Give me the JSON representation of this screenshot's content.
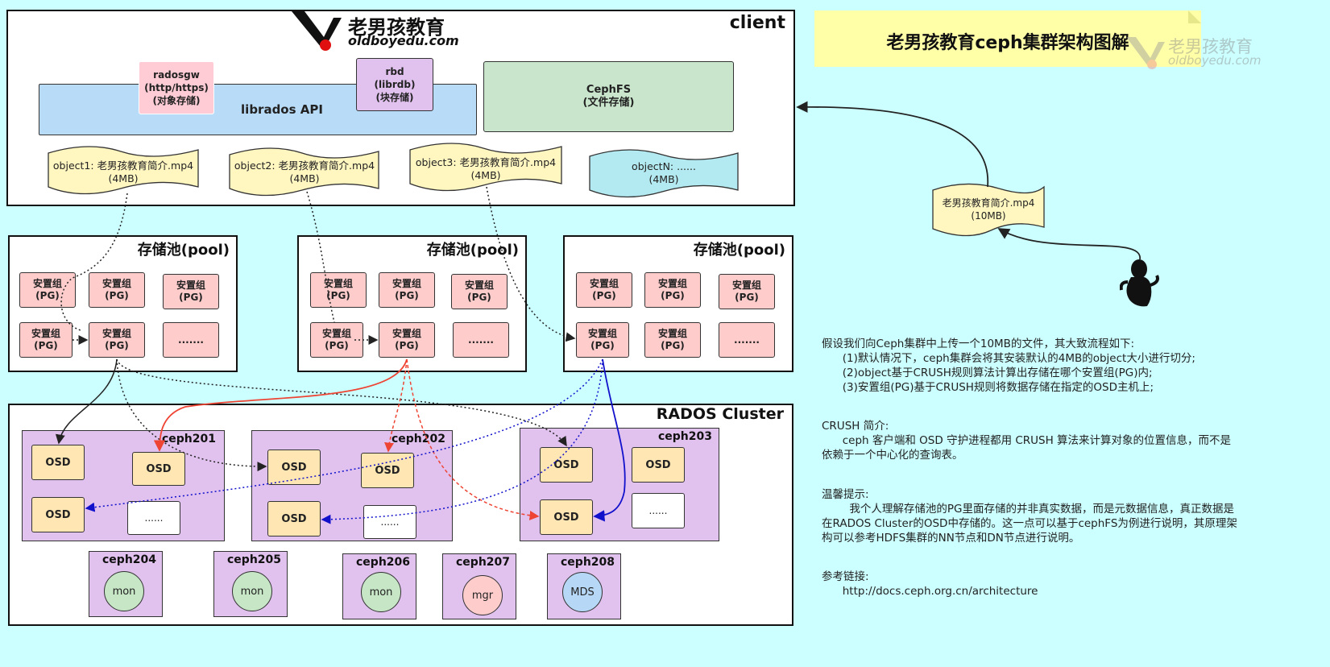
{
  "title_banner": "老男孩教育ceph集群架构图解",
  "logo": {
    "cn": "老男孩教育",
    "en": "oldboyedu.com"
  },
  "watermark": {
    "cn": "老男孩教育",
    "en": "oldboyedu.com"
  },
  "client": {
    "title": "client",
    "radosgw": "radosgw\n(http/https)\n(对象存储)",
    "librados": "librados  API",
    "rbd": "rbd\n(librdb)\n(块存储)",
    "cephfs": "CephFS\n(文件存储)",
    "objects": [
      {
        "label": "object1: 老男孩教育简介.mp4\n(4MB)"
      },
      {
        "label": "object2: 老男孩教育简介.mp4\n(4MB)"
      },
      {
        "label": "object3: 老男孩教育简介.mp4\n(4MB)"
      },
      {
        "label": "objectN: ......\n(4MB)"
      }
    ]
  },
  "upload_file": "老男孩教育简介.mp4\n(10MB)",
  "pools": [
    {
      "title": "存储池(pool)",
      "pgs": [
        "安置组\n(PG)",
        "安置组\n(PG)",
        "安置组\n(PG)",
        "安置组\n(PG)",
        "安置组\n(PG)",
        "......."
      ]
    },
    {
      "title": "存储池(pool)",
      "pgs": [
        "安置组\n(PG)",
        "安置组\n(PG)",
        "安置组\n(PG)",
        "安置组\n(PG)",
        "安置组\n(PG)",
        "......."
      ]
    },
    {
      "title": "存储池(pool)",
      "pgs": [
        "安置组\n(PG)",
        "安置组\n(PG)",
        "安置组\n(PG)",
        "安置组\n(PG)",
        "安置组\n(PG)",
        "......."
      ]
    }
  ],
  "rados": {
    "title": "RADOS Cluster",
    "osd_label": "OSD",
    "dots": "......",
    "osd_nodes": [
      "ceph201",
      "ceph202",
      "ceph203"
    ],
    "service_nodes": [
      {
        "name": "ceph204",
        "service": "mon",
        "color": "#c6e6c6"
      },
      {
        "name": "ceph205",
        "service": "mon",
        "color": "#c6e6c6"
      },
      {
        "name": "ceph206",
        "service": "mon",
        "color": "#c6e6c6"
      },
      {
        "name": "ceph207",
        "service": "mgr",
        "color": "#ffcccc"
      },
      {
        "name": "ceph208",
        "service": "MDS",
        "color": "#b6d7f5"
      }
    ]
  },
  "notes": {
    "flow": "假设我们向Ceph集群中上传一个10MB的文件，其大致流程如下:\n      (1)默认情况下，ceph集群会将其安装默认的4MB的object大小进行切分;\n      (2)object基于CRUSH规则算法计算出存储在哪个安置组(PG)内;\n      (3)安置组(PG)基于CRUSH规则将数据存储在指定的OSD主机上;",
    "crush": "CRUSH 简介:\n      ceph 客户端和 OSD 守护进程都用 CRUSH 算法来计算对象的位置信息，而不是\n依赖于一个中心化的查询表。",
    "tip": "温馨提示:\n        我个人理解存储池的PG里面存储的并非真实数据，而是元数据信息，真正数据是\n在RADOS Cluster的OSD中存储的。这一点可以基于cephFS为例进行说明，其原理架\n构可以参考HDFS集群的NN节点和DN节点进行说明。",
    "ref": "参考链接:\n      http://docs.ceph.org.cn/architecture"
  },
  "colors": {
    "background": "#ccffff",
    "pg": "#ffcccc",
    "osd": "#ffe6b3",
    "node": "#e1c1ee",
    "librados": "#b8dcf8",
    "cephfs": "#c9e6cc",
    "object": "#fff6c0",
    "objectN": "#b3e9f0",
    "banner": "#ffffa8"
  }
}
